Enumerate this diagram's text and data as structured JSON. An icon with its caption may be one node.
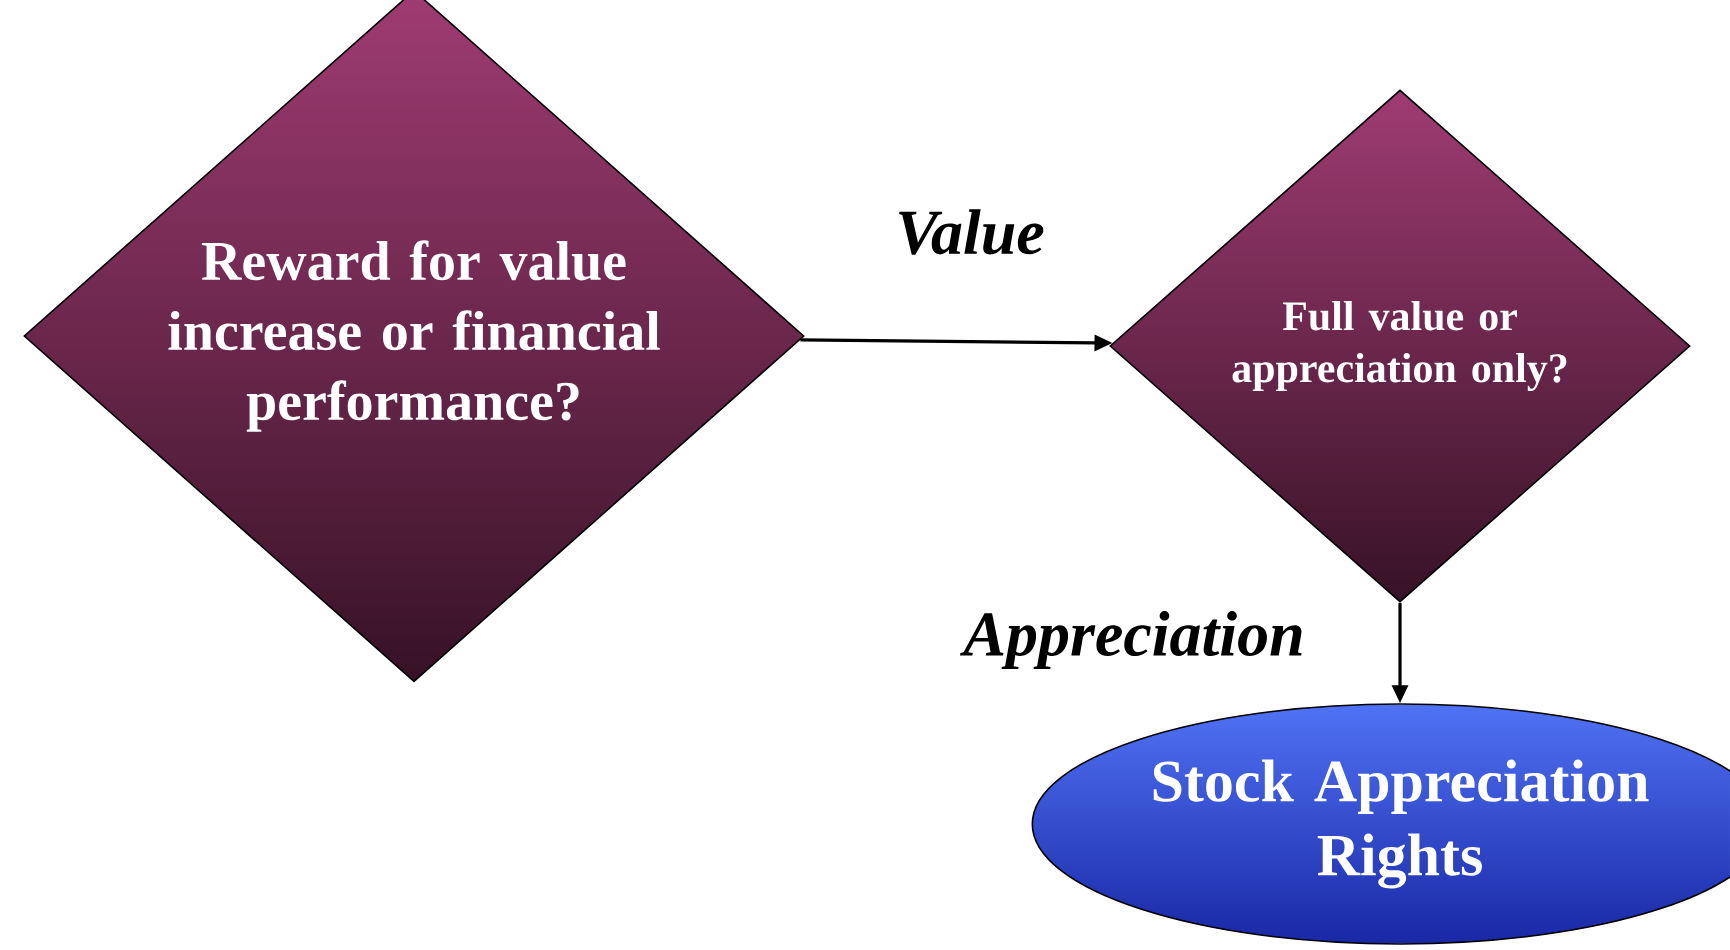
{
  "diagram": {
    "nodes": [
      {
        "text": [
          "Reward for value increase or financial performance?"
        ]
      },
      {
        "text": [
          "Full value or appreciation only?"
        ]
      },
      {
        "text": [
          "Stock Appreciation Rights"
        ]
      }
    ],
    "edges": [
      {
        "from": 0,
        "to": 1,
        "arrow": "to",
        "label": "Value"
      },
      {
        "from": 1,
        "to": 2,
        "arrow": "to",
        "label": "Appreciation"
      }
    ]
  }
}
